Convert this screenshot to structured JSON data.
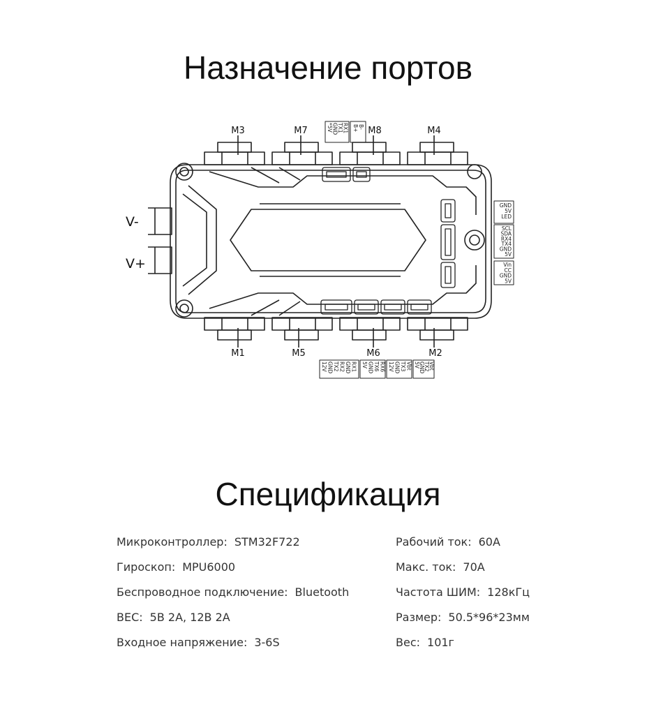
{
  "headings": {
    "ports": "Назначение портов",
    "spec": "Спецификация"
  },
  "diagram": {
    "motors": {
      "m1": "M1",
      "m2": "M2",
      "m3": "M3",
      "m4": "M4",
      "m5": "M5",
      "m6": "M6",
      "m7": "M7",
      "m8": "M8"
    },
    "power": {
      "neg": "V-",
      "pos": "V+"
    },
    "top_pins": {
      "uart1": [
        "*5V",
        "GND",
        "TX1",
        "RX1"
      ],
      "batt": [
        "B+",
        "B-"
      ]
    },
    "right_pins": {
      "led": [
        "GND",
        "5V",
        "LED"
      ],
      "i2c": [
        "SCL",
        "SDA",
        "RX4",
        "TX4",
        "GND",
        "5V"
      ],
      "cam": [
        "Vin",
        "CC",
        "GND",
        "5V"
      ]
    },
    "bottom_pins": {
      "g1": [
        "12V",
        "GND",
        "TX2",
        "RX2",
        "GND",
        "RX1"
      ],
      "g2": [
        "5V",
        "GND",
        "TX6",
        "RX6"
      ],
      "g3": [
        "12V",
        "GND",
        "TX3",
        "Vbt"
      ],
      "g4": [
        "5V",
        "GND",
        "TX2",
        "Vbt"
      ]
    }
  },
  "specs": {
    "left": [
      {
        "label": "Микроконтроллер:",
        "value": "STM32F722"
      },
      {
        "label": "Гироскоп:",
        "value": "MPU6000"
      },
      {
        "label": "Беспроводное подключение:",
        "value": "Bluetooth"
      },
      {
        "label": "BEC:",
        "value": "5В 2A,  12В 2A"
      },
      {
        "label": "Входное напряжение:",
        "value": "3-6S"
      }
    ],
    "right": [
      {
        "label": "Рабочий ток:",
        "value": "60A"
      },
      {
        "label": "Макс. ток:",
        "value": "70A"
      },
      {
        "label": "Частота ШИМ:",
        "value": "128кГц"
      },
      {
        "label": "Размер:",
        "value": "50.5*96*23мм"
      },
      {
        "label": "Вес:",
        "value": "101г"
      }
    ]
  }
}
